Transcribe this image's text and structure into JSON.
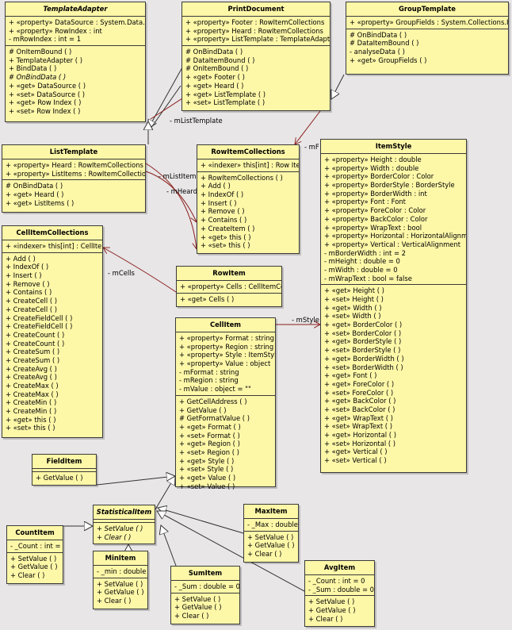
{
  "classes": {
    "template_adapter": {
      "name": "TemplateAdapter",
      "abstract": true,
      "attributes": [
        "+ «property» DataSource : System.Data.DataView",
        "+ «property» RowIndex : int",
        "- mRowIndex : int = 1"
      ],
      "operations": [
        {
          "t": "# OnItemBound ( )"
        },
        {
          "t": "+ TemplateAdapter ( )"
        },
        {
          "t": "+ BindData ( )"
        },
        {
          "t": "# OnBindData ( )",
          "i": true
        },
        {
          "t": "+ «get» DataSource ( )"
        },
        {
          "t": "+ «set» DataSource ( )"
        },
        {
          "t": "+ «get» Row Index ( )"
        },
        {
          "t": "+ «set» Row Index ( )"
        }
      ]
    },
    "print_document": {
      "name": "PrintDocument",
      "abstract": false,
      "attributes": [
        "+ «property» Footer : RowItemCollections",
        "+ «property» Heard : RowItemCollections",
        "+ «property» ListTemplate : TemplateAdapter"
      ],
      "operations": [
        {
          "t": "# OnBindData ( )"
        },
        {
          "t": "# DataItemBound ( )"
        },
        {
          "t": "# OnItemBound ( )"
        },
        {
          "t": "+ «get» Footer ( )"
        },
        {
          "t": "+ «get» Heard ( )"
        },
        {
          "t": "+ «get» ListTemplate ( )"
        },
        {
          "t": "+ «set» ListTemplate ( )"
        }
      ]
    },
    "group_template": {
      "name": "GroupTemplate",
      "abstract": false,
      "attributes": [
        "+ «property» GroupFields : System.Collections.IList"
      ],
      "operations": [
        {
          "t": "# OnBindData ( )"
        },
        {
          "t": "# DataItemBound ( )"
        },
        {
          "t": "- analyseData ( )"
        },
        {
          "t": "+ «get» GroupFields ( )"
        }
      ]
    },
    "list_template": {
      "name": "ListTemplate",
      "abstract": false,
      "attributes": [
        "+ «property» Heard : RowItemCollections",
        "+ «property» ListItems : RowItemCollections"
      ],
      "operations": [
        {
          "t": "# OnBindData ( )"
        },
        {
          "t": "+ «get» Heard ( )"
        },
        {
          "t": "+ «get» ListItems ( )"
        }
      ]
    },
    "row_item_collections": {
      "name": "RowItemCollections",
      "abstract": false,
      "attributes": [
        "+ «indexer» this[int] : Row Item"
      ],
      "operations": [
        {
          "t": "+ RowItemCollections ( )"
        },
        {
          "t": "+ Add ( )"
        },
        {
          "t": "+ IndexOf ( )"
        },
        {
          "t": "+ Insert ( )"
        },
        {
          "t": "+ Remove ( )"
        },
        {
          "t": "+ Contains ( )"
        },
        {
          "t": "+ CreateItem ( )"
        },
        {
          "t": "+ «get» this ( )"
        },
        {
          "t": "+ «set» this ( )"
        }
      ]
    },
    "item_style": {
      "name": "ItemStyle",
      "abstract": false,
      "attributes": [
        "+ «property» Height : double",
        "+ «property» Width : double",
        "+ «property» BorderColor : Color",
        "+ «property» BorderStyle : BorderStyle",
        "+ «property» BorderWidth : int",
        "+ «property» Font : Font",
        "+ «property» ForeColor : Color",
        "+ «property» BackColor : Color",
        "+ «property» WrapText : bool",
        "+ «property» Horizontal : HorizontalAlignment",
        "+ «property» Vertical : VerticalAlignment",
        "- mBorderWidth : int = 2",
        "- mHeight : double = 0",
        "- mWidth : double = 0",
        "- mWrapText : bool = false"
      ],
      "operations": [
        {
          "t": "+ «get» Height ( )"
        },
        {
          "t": "+ «set» Height ( )"
        },
        {
          "t": "+ «get» Width ( )"
        },
        {
          "t": "+ «set» Width ( )"
        },
        {
          "t": "+ «get» BorderColor ( )"
        },
        {
          "t": "+ «set» BorderColor ( )"
        },
        {
          "t": "+ «get» BorderStyle ( )"
        },
        {
          "t": "+ «set» BorderStyle ( )"
        },
        {
          "t": "+ «get» BorderWidth ( )"
        },
        {
          "t": "+ «set» BorderWidth ( )"
        },
        {
          "t": "+ «get» Font ( )"
        },
        {
          "t": "+ «get» ForeColor ( )"
        },
        {
          "t": "+ «set» ForeColor ( )"
        },
        {
          "t": "+ «get» BackColor ( )"
        },
        {
          "t": "+ «set» BackColor ( )"
        },
        {
          "t": "+ «get» WrapText ( )"
        },
        {
          "t": "+ «set» WrapText ( )"
        },
        {
          "t": "+ «get» Horizontal ( )"
        },
        {
          "t": "+ «set» Horizontal ( )"
        },
        {
          "t": "+ «get» Vertical ( )"
        },
        {
          "t": "+ «set» Vertical ( )"
        }
      ]
    },
    "cell_item_collections": {
      "name": "CellItemCollections",
      "abstract": false,
      "attributes": [
        "+ «indexer» this[int] : CellItem"
      ],
      "operations": [
        {
          "t": "+ Add ( )"
        },
        {
          "t": "+ IndexOf ( )"
        },
        {
          "t": "+ Insert ( )"
        },
        {
          "t": "+ Remove ( )"
        },
        {
          "t": "+ Contains ( )"
        },
        {
          "t": "+ CreateCell ( )"
        },
        {
          "t": "+ CreateCell ( )"
        },
        {
          "t": "+ CreateFieldCell ( )"
        },
        {
          "t": "+ CreateFieldCell ( )"
        },
        {
          "t": "+ CreateCount ( )"
        },
        {
          "t": "+ CreateCount ( )"
        },
        {
          "t": "+ CreateSum ( )"
        },
        {
          "t": "+ CreateSum ( )"
        },
        {
          "t": "+ CreateAvg ( )"
        },
        {
          "t": "+ CreateAvg ( )"
        },
        {
          "t": "+ CreateMax ( )"
        },
        {
          "t": "+ CreateMax ( )"
        },
        {
          "t": "+ CreateMin ( )"
        },
        {
          "t": "+ CreateMin ( )"
        },
        {
          "t": "+ «get» this ( )"
        },
        {
          "t": "+ «set» this ( )"
        }
      ]
    },
    "row_item": {
      "name": "RowItem",
      "abstract": false,
      "attributes": [
        "+ «property» Cells : CellItemCollections"
      ],
      "operations": [
        {
          "t": "+ «get» Cells ( )"
        }
      ]
    },
    "cell_item": {
      "name": "CellItem",
      "abstract": false,
      "attributes": [
        "+ «property» Format : string",
        "+ «property» Region : string",
        "+ «property» Style : ItemStyle",
        "+ «property» Value : object",
        "- mFormat : string",
        "- mRegion : string",
        "- mValue : object = \"\""
      ],
      "operations": [
        {
          "t": "+ GetCellAddress ( )"
        },
        {
          "t": "+ GetValue ( )"
        },
        {
          "t": "# GetFormatValue ( )"
        },
        {
          "t": "+ «get» Format ( )"
        },
        {
          "t": "+ «set» Format ( )"
        },
        {
          "t": "+ «get» Region ( )"
        },
        {
          "t": "+ «set» Region ( )"
        },
        {
          "t": "+ «get» Style ( )"
        },
        {
          "t": "+ «set» Style ( )"
        },
        {
          "t": "+ «get» Value ( )"
        },
        {
          "t": "+ «set» Value ( )"
        }
      ]
    },
    "field_item": {
      "name": "FieldItem",
      "abstract": false,
      "attributes": [],
      "operations": [
        {
          "t": "+ GetValue ( )"
        }
      ]
    },
    "statistical_item": {
      "name": "StatisticalItem",
      "abstract": true,
      "attributes": [],
      "operations": [
        {
          "t": "+ SetValue ( )",
          "i": true
        },
        {
          "t": "+ Clear ( )",
          "i": true
        }
      ]
    },
    "max_item": {
      "name": "MaxItem",
      "abstract": false,
      "attributes": [
        "- _Max : double"
      ],
      "operations": [
        {
          "t": "+ SetValue ( )"
        },
        {
          "t": "+ GetValue ( )"
        },
        {
          "t": "+ Clear ( )"
        }
      ]
    },
    "count_item": {
      "name": "CountItem",
      "abstract": false,
      "attributes": [
        "- _Count : int = 0"
      ],
      "operations": [
        {
          "t": "+ SetValue ( )"
        },
        {
          "t": "+ GetValue ( )"
        },
        {
          "t": "+ Clear ( )"
        }
      ]
    },
    "min_item": {
      "name": "MinItem",
      "abstract": false,
      "attributes": [
        "- _min : double"
      ],
      "operations": [
        {
          "t": "+ SetValue ( )"
        },
        {
          "t": "+ GetValue ( )"
        },
        {
          "t": "+ Clear ( )"
        }
      ]
    },
    "sum_item": {
      "name": "SumItem",
      "abstract": false,
      "attributes": [
        "- _Sum : double = 0"
      ],
      "operations": [
        {
          "t": "+ SetValue ( )"
        },
        {
          "t": "+ GetValue ( )"
        },
        {
          "t": "+ Clear ( )"
        }
      ]
    },
    "avg_item": {
      "name": "AvgItem",
      "abstract": false,
      "attributes": [
        "- _Count : int = 0",
        "- _Sum : double = 0"
      ],
      "operations": [
        {
          "t": "+ SetValue ( )"
        },
        {
          "t": "+ GetValue ( )"
        },
        {
          "t": "+ Clear ( )"
        }
      ]
    }
  },
  "roles": {
    "m_list_template": "- mListTemplate",
    "m_f": "- mF",
    "m_list_items": "- mListItems",
    "m_heard": "- mHeard",
    "m_cells": "- mCells",
    "m_style": "- mStyle"
  },
  "colors": {
    "class_fill": "#fdf7a8",
    "line": "#333333",
    "assoc": "#8a1c1c",
    "background": "#e8e6e6"
  }
}
